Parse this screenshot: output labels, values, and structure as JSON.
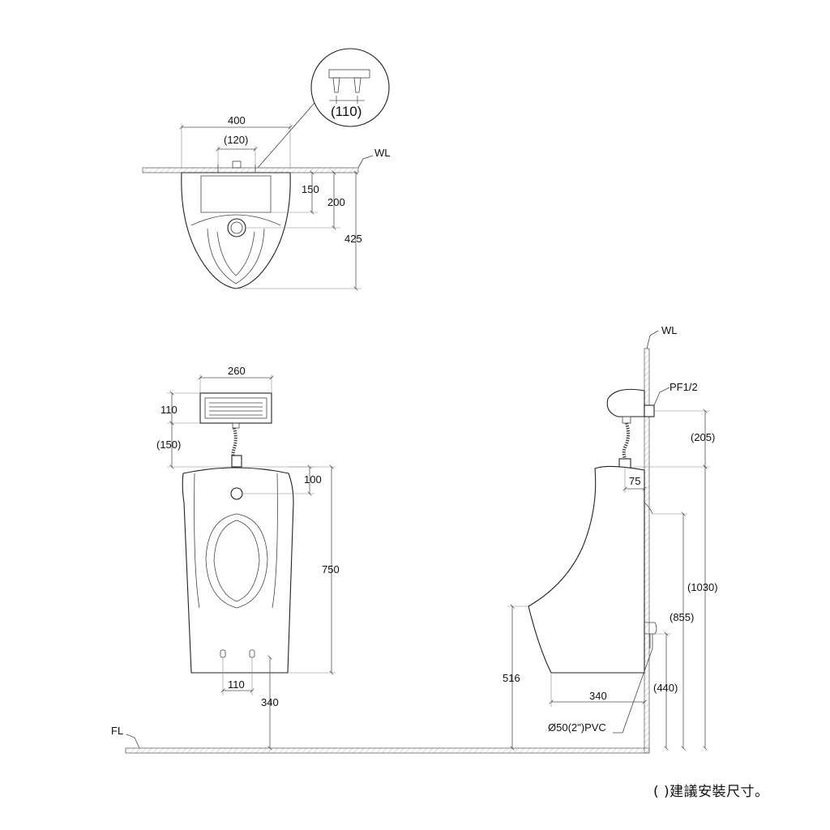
{
  "top_view": {
    "dims": {
      "width": "400",
      "center": "(120)",
      "depth1": "150",
      "depth2": "200",
      "depth3": "425"
    },
    "wall_label": "WL",
    "detail": {
      "label": "(110)"
    }
  },
  "front_view": {
    "dims": {
      "valve_width": "260",
      "valve_height": "110",
      "valve_gap": "(150)",
      "outlet_drop": "100",
      "height": "750",
      "holes": "110",
      "floor_to_bottom": "340"
    },
    "floor_label": "FL"
  },
  "side_view": {
    "wall_label": "WL",
    "dims": {
      "pf": "PF1/2",
      "d205": "(205)",
      "d75": "75",
      "d1030": "(1030)",
      "d855": "(855)",
      "d516": "516",
      "d340": "340",
      "d440": "(440)",
      "pipe": "Ø50(2\")PVC"
    }
  },
  "footnote": "( )建議安裝尺寸。"
}
